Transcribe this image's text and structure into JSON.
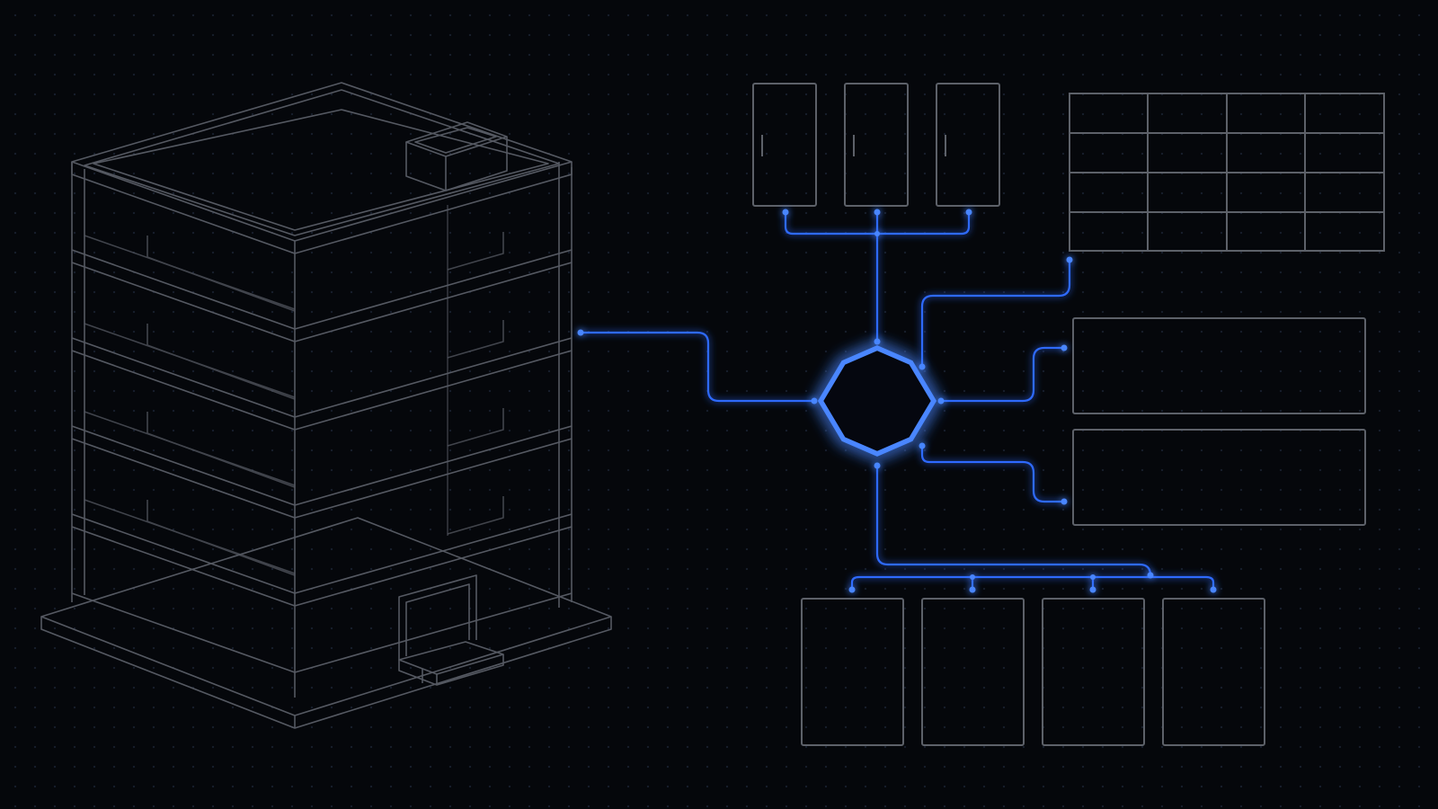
{
  "colors": {
    "background": "#05070b",
    "outline": "#5d6169",
    "building": "#555962",
    "accent": "#2f6bff",
    "accent_glow": "#4a86ff",
    "hub_fill": "#05070f"
  },
  "diagram": {
    "building": {
      "floors": 5
    },
    "hub": {
      "shape": "octagon"
    },
    "server_racks": {
      "count": 3
    },
    "grid_table": {
      "rows": 4,
      "columns": 4
    },
    "panels": {
      "count": 2
    },
    "devices": {
      "count": 4
    }
  }
}
